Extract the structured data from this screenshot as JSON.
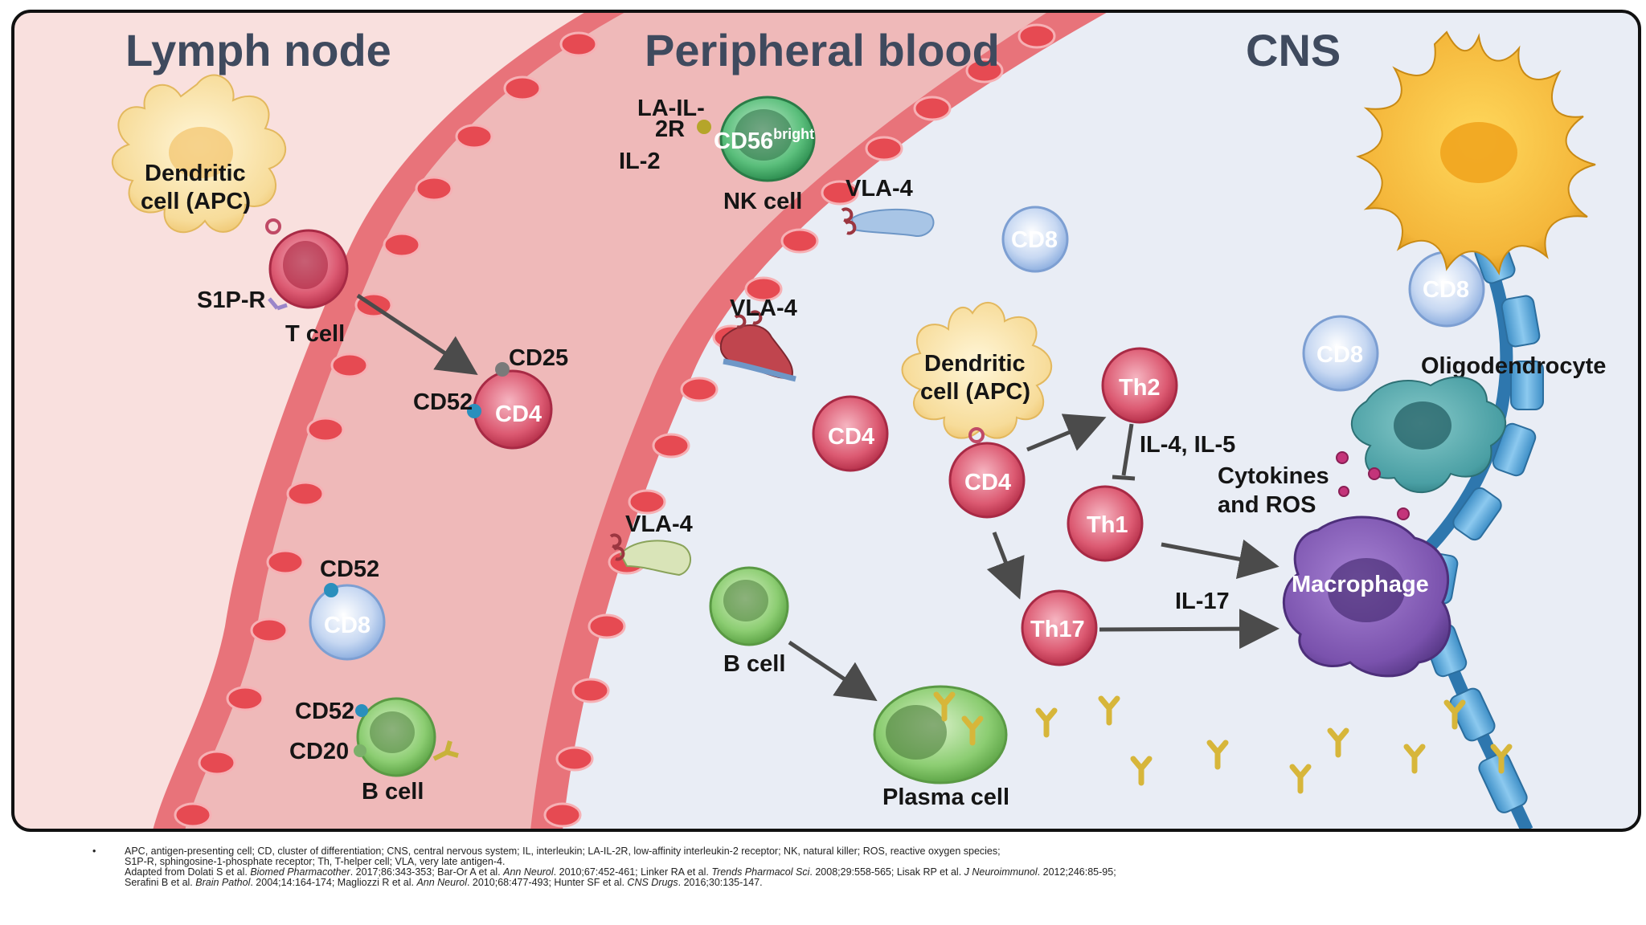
{
  "regions": {
    "lymph_node": "Lymph node",
    "peripheral_blood": "Peripheral blood",
    "cns": "CNS"
  },
  "lymph_node": {
    "dendritic_cell": [
      "Dendritic",
      "cell (APC)"
    ],
    "s1p_r": "S1P-R",
    "t_cell": "T cell",
    "cd25": "CD25",
    "cd52_a": "CD52",
    "cd4": "CD4",
    "cd52_b": "CD52",
    "cd8": "CD8",
    "cd52_c": "CD52",
    "cd20": "CD20",
    "b_cell": "B cell"
  },
  "blood": {
    "la_il_2r": [
      "LA-IL-",
      "2R"
    ],
    "il_2": "IL-2",
    "cd56": "CD56",
    "cd56_sup": "bright",
    "nk_cell": "NK cell",
    "vla4_a": "VLA-4",
    "vla4_b": "VLA-4",
    "vla4_c": "VLA-4"
  },
  "cns": {
    "cd8_a": "CD8",
    "cd8_b": "CD8",
    "cd8_c": "CD8",
    "oligodendrocyte": "Oligodendrocyte",
    "dendritic_cell": [
      "Dendritic",
      "cell (APC)"
    ],
    "cd4_a": "CD4",
    "cd4_b": "CD4",
    "th2": "Th2",
    "il4_il5": "IL-4, IL-5",
    "th1": "Th1",
    "cytokines": [
      "Cytokines",
      "and ROS"
    ],
    "macrophage": "Macrophage",
    "th17": "Th17",
    "il17": "IL-17",
    "b_cell": "B cell",
    "plasma_cell": "Plasma cell"
  },
  "footnotes": {
    "bullet": "•",
    "line1": "APC, antigen-presenting cell; CD, cluster of differentiation; CNS, central nervous system; IL, interleukin; LA-IL-2R, low-affinity interleukin-2 receptor; NK, natural killer; ROS, reactive oxygen species;",
    "line2": "S1P-R, sphingosine-1-phosphate receptor; Th, T-helper cell; VLA, very late antigen-4.",
    "line3_a": "Adapted from Dolati S et al. ",
    "line3_b": "Biomed Pharmacother",
    "line3_c": ". 2017;86:343-353; Bar-Or A et al. ",
    "line3_d": "Ann Neurol",
    "line3_e": ". 2010;67:452-461; Linker RA et al. ",
    "line3_f": "Trends Pharmacol Sci",
    "line3_g": ". 2008;29:558-565; Lisak RP et al. ",
    "line3_h": "J Neuroimmunol",
    "line3_i": ". 2012;246:85-95;",
    "line4_a": "Serafini B et al. ",
    "line4_b": "Brain Pathol",
    "line4_c": ". 2004;14:164-174; Magliozzi R et al. ",
    "line4_d": "Ann Neurol",
    "line4_e": ". 2010;68:477-493; Hunter SF et al. ",
    "line4_f": "CNS Drugs",
    "line4_g": ". 2016;30:135-147."
  },
  "colors": {
    "lymph_bg": "#f9e0de",
    "blood_bg": "#efb9b9",
    "cns_bg": "#e9edf5",
    "vessel_wall": "#e8737a",
    "t_cell": "#d9506a",
    "b_cell": "#86c66f",
    "cd8_cell": "#a9c3e8",
    "dendritic": "#f6dc98",
    "oligodendrocyte": "#f4b63a",
    "macrophage": "#7d54b0",
    "myelin": "#5aa6d6",
    "nk_cell": "#3a9f61",
    "title": "#3f4a5e"
  }
}
